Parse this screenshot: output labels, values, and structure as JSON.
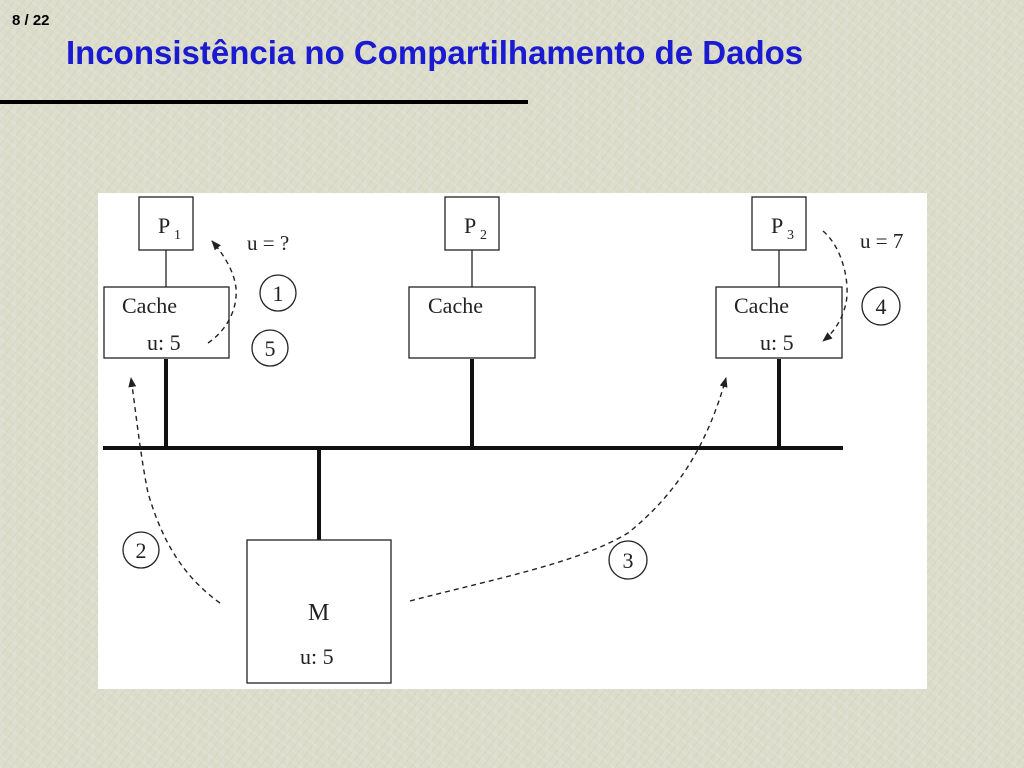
{
  "slide": {
    "counter": "8 / 22",
    "title": "Inconsistência no Compartilhamento de Dados"
  },
  "colors": {
    "title": "#1a1ad0",
    "rule": "#000000",
    "panel_background": "#ffffff",
    "diagram_ink": "#222222"
  },
  "diagram": {
    "processors": [
      {
        "label": "P",
        "subscript": "1"
      },
      {
        "label": "P",
        "subscript": "2"
      },
      {
        "label": "P",
        "subscript": "3"
      }
    ],
    "caches": [
      {
        "label": "Cache",
        "value": "u: 5"
      },
      {
        "label": "Cache",
        "value": ""
      },
      {
        "label": "Cache",
        "value": "u: 5"
      }
    ],
    "memory": {
      "label": "M",
      "value": "u: 5"
    },
    "annotations": {
      "p1_read": "u = ?",
      "p3_write": "u = 7"
    },
    "steps": [
      "1",
      "2",
      "3",
      "4",
      "5"
    ]
  }
}
